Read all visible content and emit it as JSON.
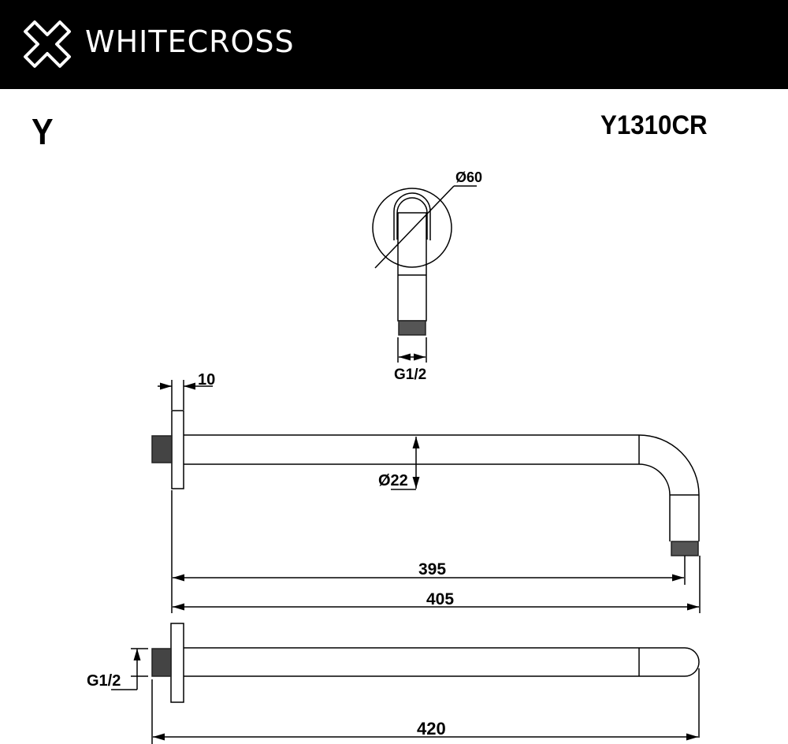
{
  "header": {
    "brand": "WHITECROSS",
    "logo_icon": "cross-outline-icon",
    "background": "#000000",
    "text_color": "#ffffff"
  },
  "title": {
    "series": "Y",
    "model": "Y1310CR"
  },
  "drawing": {
    "front_view": {
      "flange_diameter": "Ø60",
      "thread": "G1/2"
    },
    "side_view": {
      "flange_thickness": "10",
      "arm_diameter": "Ø22",
      "length_to_outlet_center": "395",
      "overall_projection": "405"
    },
    "top_view": {
      "thread": "G1/2",
      "overall_length": "420"
    }
  }
}
